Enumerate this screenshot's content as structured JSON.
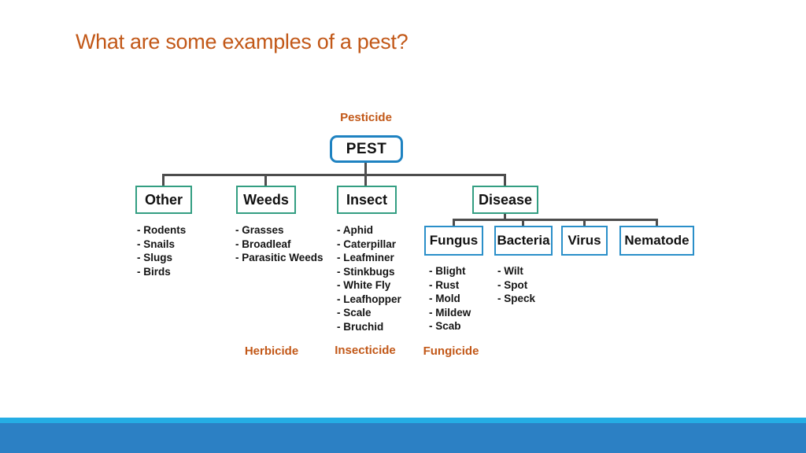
{
  "slide": {
    "title": "What are some examples of a pest?"
  },
  "diagram": {
    "root_annotation": "Pesticide",
    "root": {
      "label": "PEST"
    },
    "branches": [
      {
        "label": "Other",
        "items": [
          "- Rodents",
          "- Snails",
          "- Slugs",
          "- Birds"
        ]
      },
      {
        "label": "Weeds",
        "items": [
          "- Grasses",
          "- Broadleaf",
          "- Parasitic Weeds"
        ],
        "annotation": "Herbicide"
      },
      {
        "label": "Insect",
        "items": [
          "- Aphid",
          "- Caterpillar",
          "- Leafminer",
          "- Stinkbugs",
          "- White Fly",
          "- Leafhopper",
          "- Scale",
          "- Bruchid"
        ],
        "annotation": "Insecticide"
      },
      {
        "label": "Disease",
        "children": [
          {
            "label": "Fungus",
            "items": [
              "- Blight",
              "- Rust",
              "- Mold",
              "- Mildew",
              "- Scab"
            ],
            "annotation": "Fungicide"
          },
          {
            "label": "Bacteria",
            "items": [
              "- Wilt",
              "- Spot",
              "- Speck"
            ]
          },
          {
            "label": "Virus",
            "items": []
          },
          {
            "label": "Nematode",
            "items": []
          }
        ]
      }
    ]
  },
  "colors": {
    "accent-orange": "#C25818",
    "pest-border": "#1E82C1",
    "branch-border": "#339E82",
    "sub-border": "#2A8FC9",
    "connector": "#4D4D4D",
    "band-light": "#25ADE4",
    "band-dark": "#2C80C4"
  }
}
